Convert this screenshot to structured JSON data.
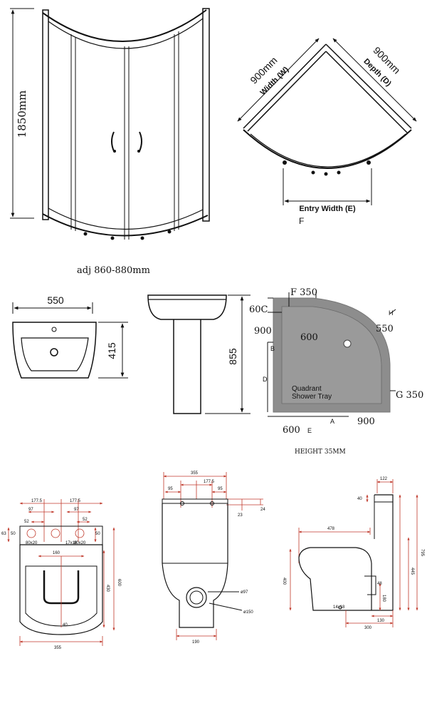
{
  "enclosure": {
    "height": "1850mm",
    "adjust": "adj 860-880mm",
    "width_value": "900mm",
    "width_label": "Width (W)",
    "depth_value": "900mm",
    "depth_label": "Depth (D)",
    "entry_label": "Entry Width (E)",
    "letter_f": "F"
  },
  "basin": {
    "width": "550",
    "depth": "415",
    "height": "855"
  },
  "tray": {
    "f_val": "F 350",
    "c_val": "60C",
    "h_label": "H",
    "h_val": "550",
    "left_val": "900",
    "top_val": "600",
    "b_label": "B",
    "d_label": "D",
    "g_val": "G 350",
    "name_line1": "Quadrant",
    "name_line2": "Shower Tray",
    "a_label": "A",
    "bottom_right": "900",
    "bottom_left": "600",
    "e_label": "E",
    "height_note": "HEIGHT 35MM"
  },
  "toilet_plan": {
    "dim_177a": "177.5",
    "dim_177b": "177.5",
    "dim_97a": "97",
    "dim_97b": "97",
    "dim_52a": "52",
    "dim_52b": "52",
    "dim_63": "63",
    "dim_50a": "50",
    "dim_50b": "50",
    "dim_160": "160",
    "dim_600": "600",
    "dim_430": "430",
    "dim_40": "40",
    "dim_355": "355",
    "hole_a": "80x20",
    "hole_b": "17x18",
    "hole_c": "80x20"
  },
  "toilet_rear": {
    "dim_355": "355",
    "dim_95a": "95",
    "dim_177": "177.5",
    "dim_95b": "95",
    "dim_23": "23",
    "dim_24": "24",
    "dim_97": "ø97",
    "dim_150": "ø150",
    "dim_190": "190"
  },
  "toilet_side": {
    "dim_122": "122",
    "dim_40": "40",
    "dim_478": "478",
    "dim_795": "795",
    "dim_445": "445",
    "dim_400": "400",
    "dim_180": "180",
    "dim_130": "130",
    "dim_300": "300",
    "small_a": "48",
    "small_b": "14x18"
  }
}
